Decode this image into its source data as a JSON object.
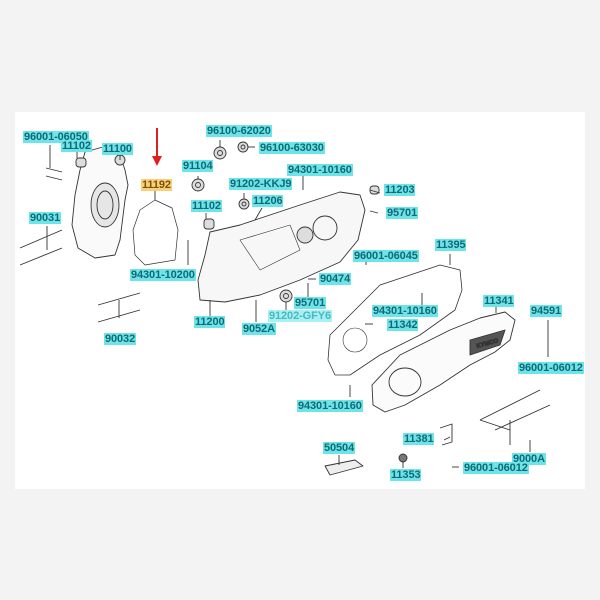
{
  "diagram": {
    "title": "Crankcase / Left Crankcase Cover exploded parts diagram",
    "highlight_color": "#f9cf7a",
    "label_color": "#6fe3ea",
    "arrow_color": "#e02020",
    "highlighted_part": "11192",
    "cover_logo": "KYMCO",
    "labels": [
      {
        "id": "l1",
        "text": "96001-06050"
      },
      {
        "id": "l2",
        "text": "11102"
      },
      {
        "id": "l3",
        "text": "11100"
      },
      {
        "id": "l4",
        "text": "11192"
      },
      {
        "id": "l5",
        "text": "96100-62020"
      },
      {
        "id": "l6",
        "text": "96100-63030"
      },
      {
        "id": "l7",
        "text": "91104"
      },
      {
        "id": "l8",
        "text": "94301-10160"
      },
      {
        "id": "l9",
        "text": "91202-KKJ9"
      },
      {
        "id": "l10",
        "text": "11203"
      },
      {
        "id": "l11",
        "text": "11206"
      },
      {
        "id": "l12",
        "text": "95701"
      },
      {
        "id": "l13",
        "text": "11102"
      },
      {
        "id": "l14",
        "text": "90031"
      },
      {
        "id": "l15",
        "text": "11395"
      },
      {
        "id": "l16",
        "text": "96001-06045"
      },
      {
        "id": "l17",
        "text": "94301-10200"
      },
      {
        "id": "l18",
        "text": "90474"
      },
      {
        "id": "l19",
        "text": "95701"
      },
      {
        "id": "l20",
        "text": "11341"
      },
      {
        "id": "l21",
        "text": "94301-10160"
      },
      {
        "id": "l22",
        "text": "94591"
      },
      {
        "id": "l23",
        "text": "11200"
      },
      {
        "id": "l24",
        "text": "91202-GFY6"
      },
      {
        "id": "l25",
        "text": "11342"
      },
      {
        "id": "l26",
        "text": "9052A"
      },
      {
        "id": "l27",
        "text": "90032"
      },
      {
        "id": "l28",
        "text": "96001-06012"
      },
      {
        "id": "l29",
        "text": "94301-10160"
      },
      {
        "id": "l30",
        "text": "11381"
      },
      {
        "id": "l31",
        "text": "50504"
      },
      {
        "id": "l32",
        "text": "9000A"
      },
      {
        "id": "l33",
        "text": "96001-06012"
      },
      {
        "id": "l34",
        "text": "11353"
      }
    ]
  }
}
